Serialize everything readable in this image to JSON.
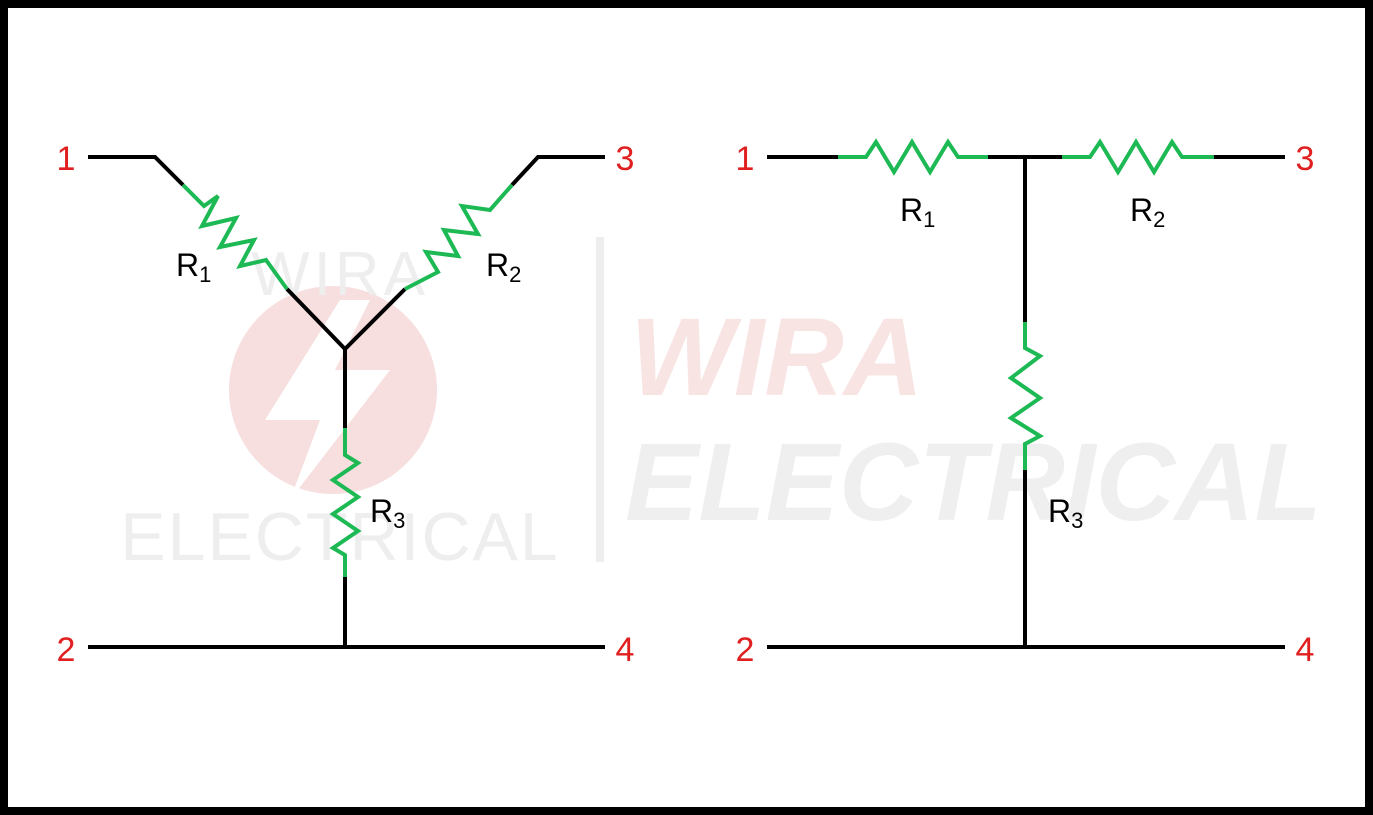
{
  "colors": {
    "wire": "#000000",
    "resistor": "#1db954",
    "terminal": "#e02020",
    "border": "#000000",
    "watermark_red": "#f6dede",
    "watermark_gray": "#eeeeee"
  },
  "watermark": {
    "small_top": "WIRA",
    "small_bottom": "ELECTRICAL",
    "large_top": "WIRA",
    "large_bottom": "ELECTRICAL"
  },
  "wye": {
    "terminals": {
      "t1": "1",
      "t2": "2",
      "t3": "3",
      "t4": "4"
    },
    "resistors": {
      "r1": {
        "letter": "R",
        "sub": "1"
      },
      "r2": {
        "letter": "R",
        "sub": "2"
      },
      "r3": {
        "letter": "R",
        "sub": "3"
      }
    }
  },
  "tee": {
    "terminals": {
      "t1": "1",
      "t2": "2",
      "t3": "3",
      "t4": "4"
    },
    "resistors": {
      "r1": {
        "letter": "R",
        "sub": "1"
      },
      "r2": {
        "letter": "R",
        "sub": "2"
      },
      "r3": {
        "letter": "R",
        "sub": "3"
      }
    }
  }
}
